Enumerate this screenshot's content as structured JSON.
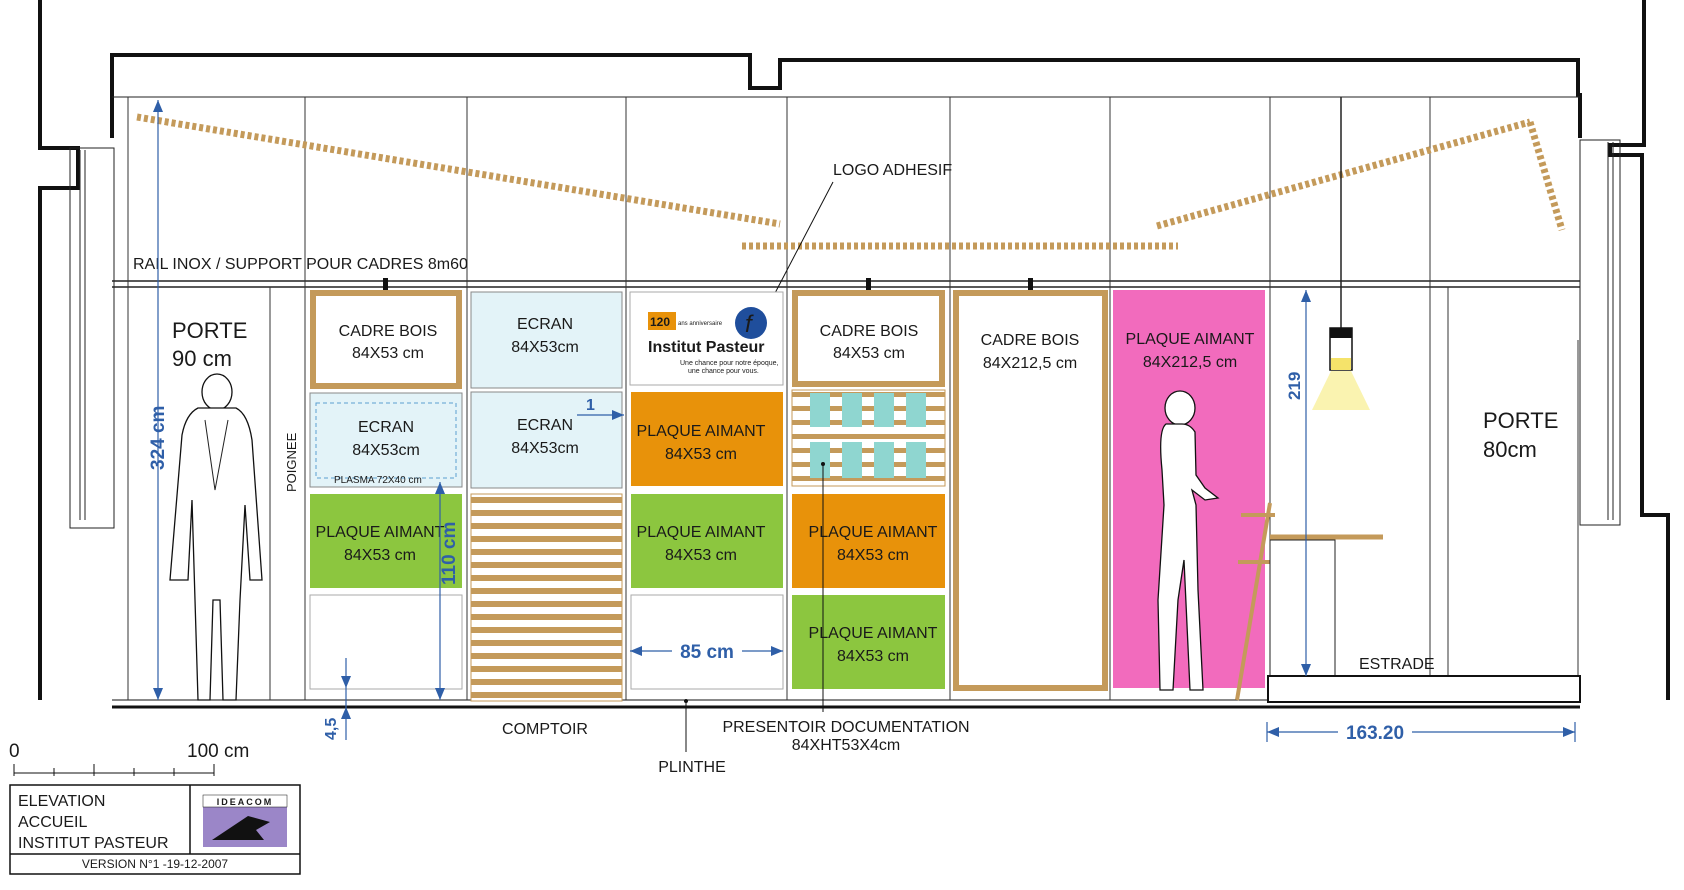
{
  "rail_label": "RAIL INOX / SUPPORT POUR CADRES 8m60",
  "logo_adhesif": "LOGO ADHESIF",
  "porte_left": {
    "line1": "PORTE",
    "line2": "90 cm"
  },
  "porte_right": {
    "line1": "PORTE",
    "line2": "80cm"
  },
  "poignee": "POIGNEE",
  "dimensions": {
    "height_total": "324 cm",
    "h110": "110 cm",
    "h45": "4,5",
    "h219": "219",
    "w85": "85 cm",
    "w1": "1",
    "w16320": "163.20"
  },
  "panels": {
    "cadre_bois_1": {
      "line1": "CADRE BOIS",
      "line2": "84X53 cm"
    },
    "ecran_1": {
      "line1": "ECRAN",
      "line2": "84X53cm"
    },
    "plasma": "PLASMA 72X40 cm",
    "plaque_green_1": {
      "line1": "PLAQUE AIMANT",
      "line2": "84X53 cm"
    },
    "ecran_2": {
      "line1": "ECRAN",
      "line2": "84X53cm"
    },
    "ecran_3": {
      "line1": "ECRAN",
      "line2": "84X53cm"
    },
    "logo_year": "120",
    "logo_ans": "ans anniversaire",
    "logo_name": "Institut Pasteur",
    "logo_tag1": "Une chance pour notre époque,",
    "logo_tag2": "une chance pour vous.",
    "plaque_orange_1": {
      "line1": "PLAQUE AIMANT",
      "line2": "84X53 cm"
    },
    "plaque_green_2": {
      "line1": "PLAQUE AIMANT",
      "line2": "84X53 cm"
    },
    "cadre_bois_2": {
      "line1": "CADRE BOIS",
      "line2": "84X53 cm"
    },
    "plaque_orange_2": {
      "line1": "PLAQUE AIMANT",
      "line2": "84X53 cm"
    },
    "plaque_green_3": {
      "line1": "PLAQUE AIMANT",
      "line2": "84X53 cm"
    },
    "cadre_bois_tall": {
      "line1": "CADRE BOIS",
      "line2": "84X212,5 cm"
    },
    "plaque_pink": {
      "line1": "PLAQUE AIMANT",
      "line2": "84X212,5 cm"
    }
  },
  "labels": {
    "comptoir": "COMPTOIR",
    "plinthe": "PLINTHE",
    "presentoir_1": "PRESENTOIR  DOCUMENTATION",
    "presentoir_2": "84XHT53X4cm",
    "estrade": "ESTRADE"
  },
  "scale": {
    "zero": "0",
    "hundred": "100 cm"
  },
  "title_block": {
    "line1": "ELEVATION",
    "line2": "ACCUEIL",
    "line3": "INSTITUT PASTEUR",
    "brand": "IDEACOM",
    "version": "VERSION N°1 -19-12-2007"
  },
  "colors": {
    "green": "#8cc63f",
    "orange": "#e8920a",
    "pink": "#f26bbd",
    "screen": "#e3f3f8",
    "wood": "#c49a5a",
    "dimension": "#2f5fa8",
    "brochure": "#8fd6d0"
  }
}
